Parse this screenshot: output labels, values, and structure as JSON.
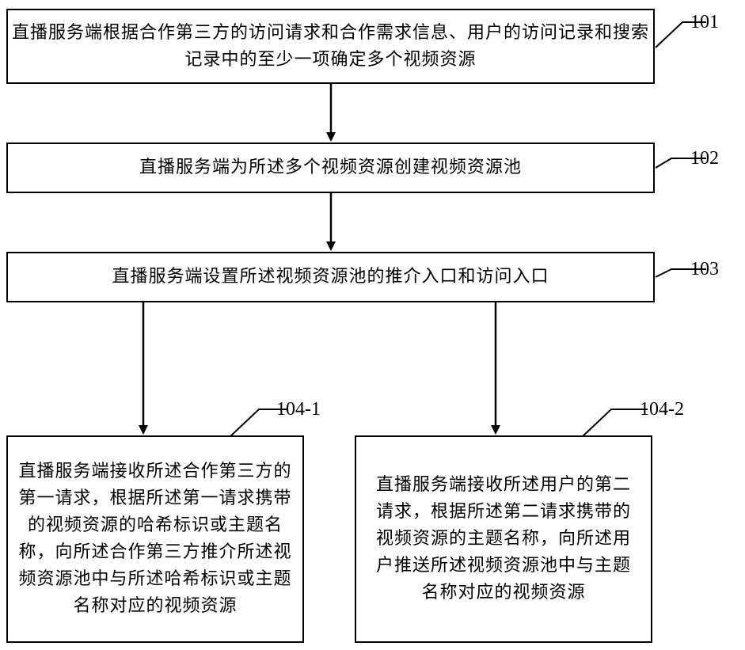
{
  "steps": {
    "s101": {
      "id": "101",
      "text": "直播服务端根据合作第三方的访问请求和合作需求信息、用户的访问记录和搜索记录中的至少一项确定多个视频资源"
    },
    "s102": {
      "id": "102",
      "text": "直播服务端为所述多个视频资源创建视频资源池"
    },
    "s103": {
      "id": "103",
      "text": "直播服务端设置所述视频资源池的推介入口和访问入口"
    },
    "s104_1": {
      "id": "104-1",
      "text": "直播服务端接收所述合作第三方的第一请求，根据所述第一请求携带的视频资源的哈希标识或主题名称，向所述合作第三方推介所述视频资源池中与所述哈希标识或主题名称对应的视频资源"
    },
    "s104_2": {
      "id": "104-2",
      "text": "直播服务端接收所述用户的第二请求，根据所述第二请求携带的视频资源的主题名称，向所述用户推送所述视频资源池中与主题名称对应的视频资源"
    }
  },
  "edges": [
    {
      "from": "101",
      "to": "102"
    },
    {
      "from": "102",
      "to": "103"
    },
    {
      "from": "103",
      "to": "104-1"
    },
    {
      "from": "103",
      "to": "104-2"
    }
  ],
  "colors": {
    "stroke": "#000000",
    "background": "#ffffff"
  }
}
